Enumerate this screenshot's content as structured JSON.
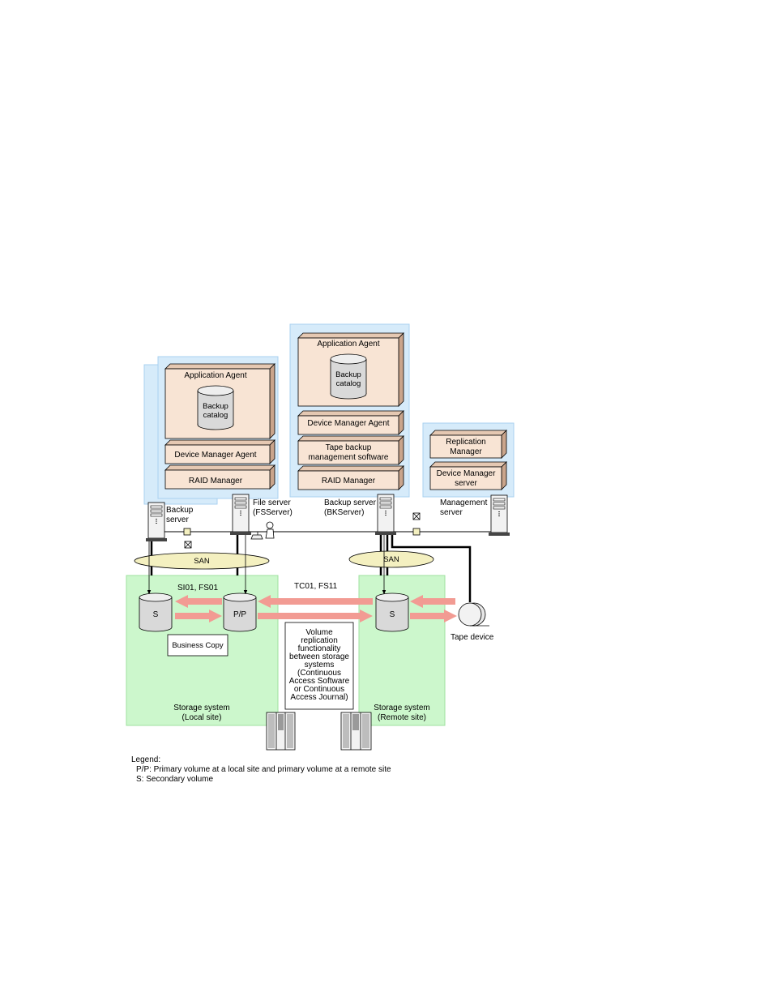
{
  "colors": {
    "server_panel": "#d6ebfa",
    "server_panel_edge": "#a9d1f0",
    "component_box": "#f8e4d4",
    "component_top": "#e5c8b2",
    "storage_area": "#ccf7cc",
    "storage_edge": "#9fe09f",
    "san_ellipse": "#f4f0c0",
    "replication_arrow": "#f29b93",
    "cylinder": "#d9d9d9"
  },
  "local_panel": {
    "application_agent": "Application Agent",
    "catalog": [
      "Backup",
      "catalog"
    ],
    "device_manager_agent": "Device Manager Agent",
    "raid_manager": "RAID Manager"
  },
  "backup_panel": {
    "application_agent": "Application Agent",
    "catalog": [
      "Backup",
      "catalog"
    ],
    "device_manager_agent": "Device Manager Agent",
    "tape_backup": [
      "Tape backup",
      "management software"
    ],
    "raid_manager": "RAID Manager"
  },
  "management_panel": {
    "replication_manager": [
      "Replication",
      "Manager"
    ],
    "device_manager_server": [
      "Device Manager",
      "server"
    ]
  },
  "servers": {
    "local_backup": [
      "Backup",
      "server"
    ],
    "file_server": [
      "File server",
      "(FSServer)"
    ],
    "backup_server": [
      "Backup server",
      "(BKServer)"
    ],
    "management_server": [
      "Management",
      "server"
    ]
  },
  "san_local": "SAN",
  "san_remote": "SAN",
  "pair_local": "SI01, FS01",
  "pair_remote": "TC01, FS11",
  "volumes": {
    "local_secondary": "S",
    "primary": "P/P",
    "remote_secondary": "S"
  },
  "business_copy": "Business Copy",
  "replication_note": [
    "Volume",
    "replication",
    "functionality",
    "between storage",
    "systems",
    "(Continuous",
    "Access Software",
    "or Continuous",
    "Access Journal)"
  ],
  "storage_local": [
    "Storage system",
    "(Local site)"
  ],
  "storage_remote": [
    "Storage system",
    "(Remote site)"
  ],
  "tape_device": "Tape device",
  "legend": {
    "title": "Legend:",
    "items": [
      "P/P: Primary volume at a local site and primary volume at a remote site",
      "S: Secondary volume"
    ]
  }
}
